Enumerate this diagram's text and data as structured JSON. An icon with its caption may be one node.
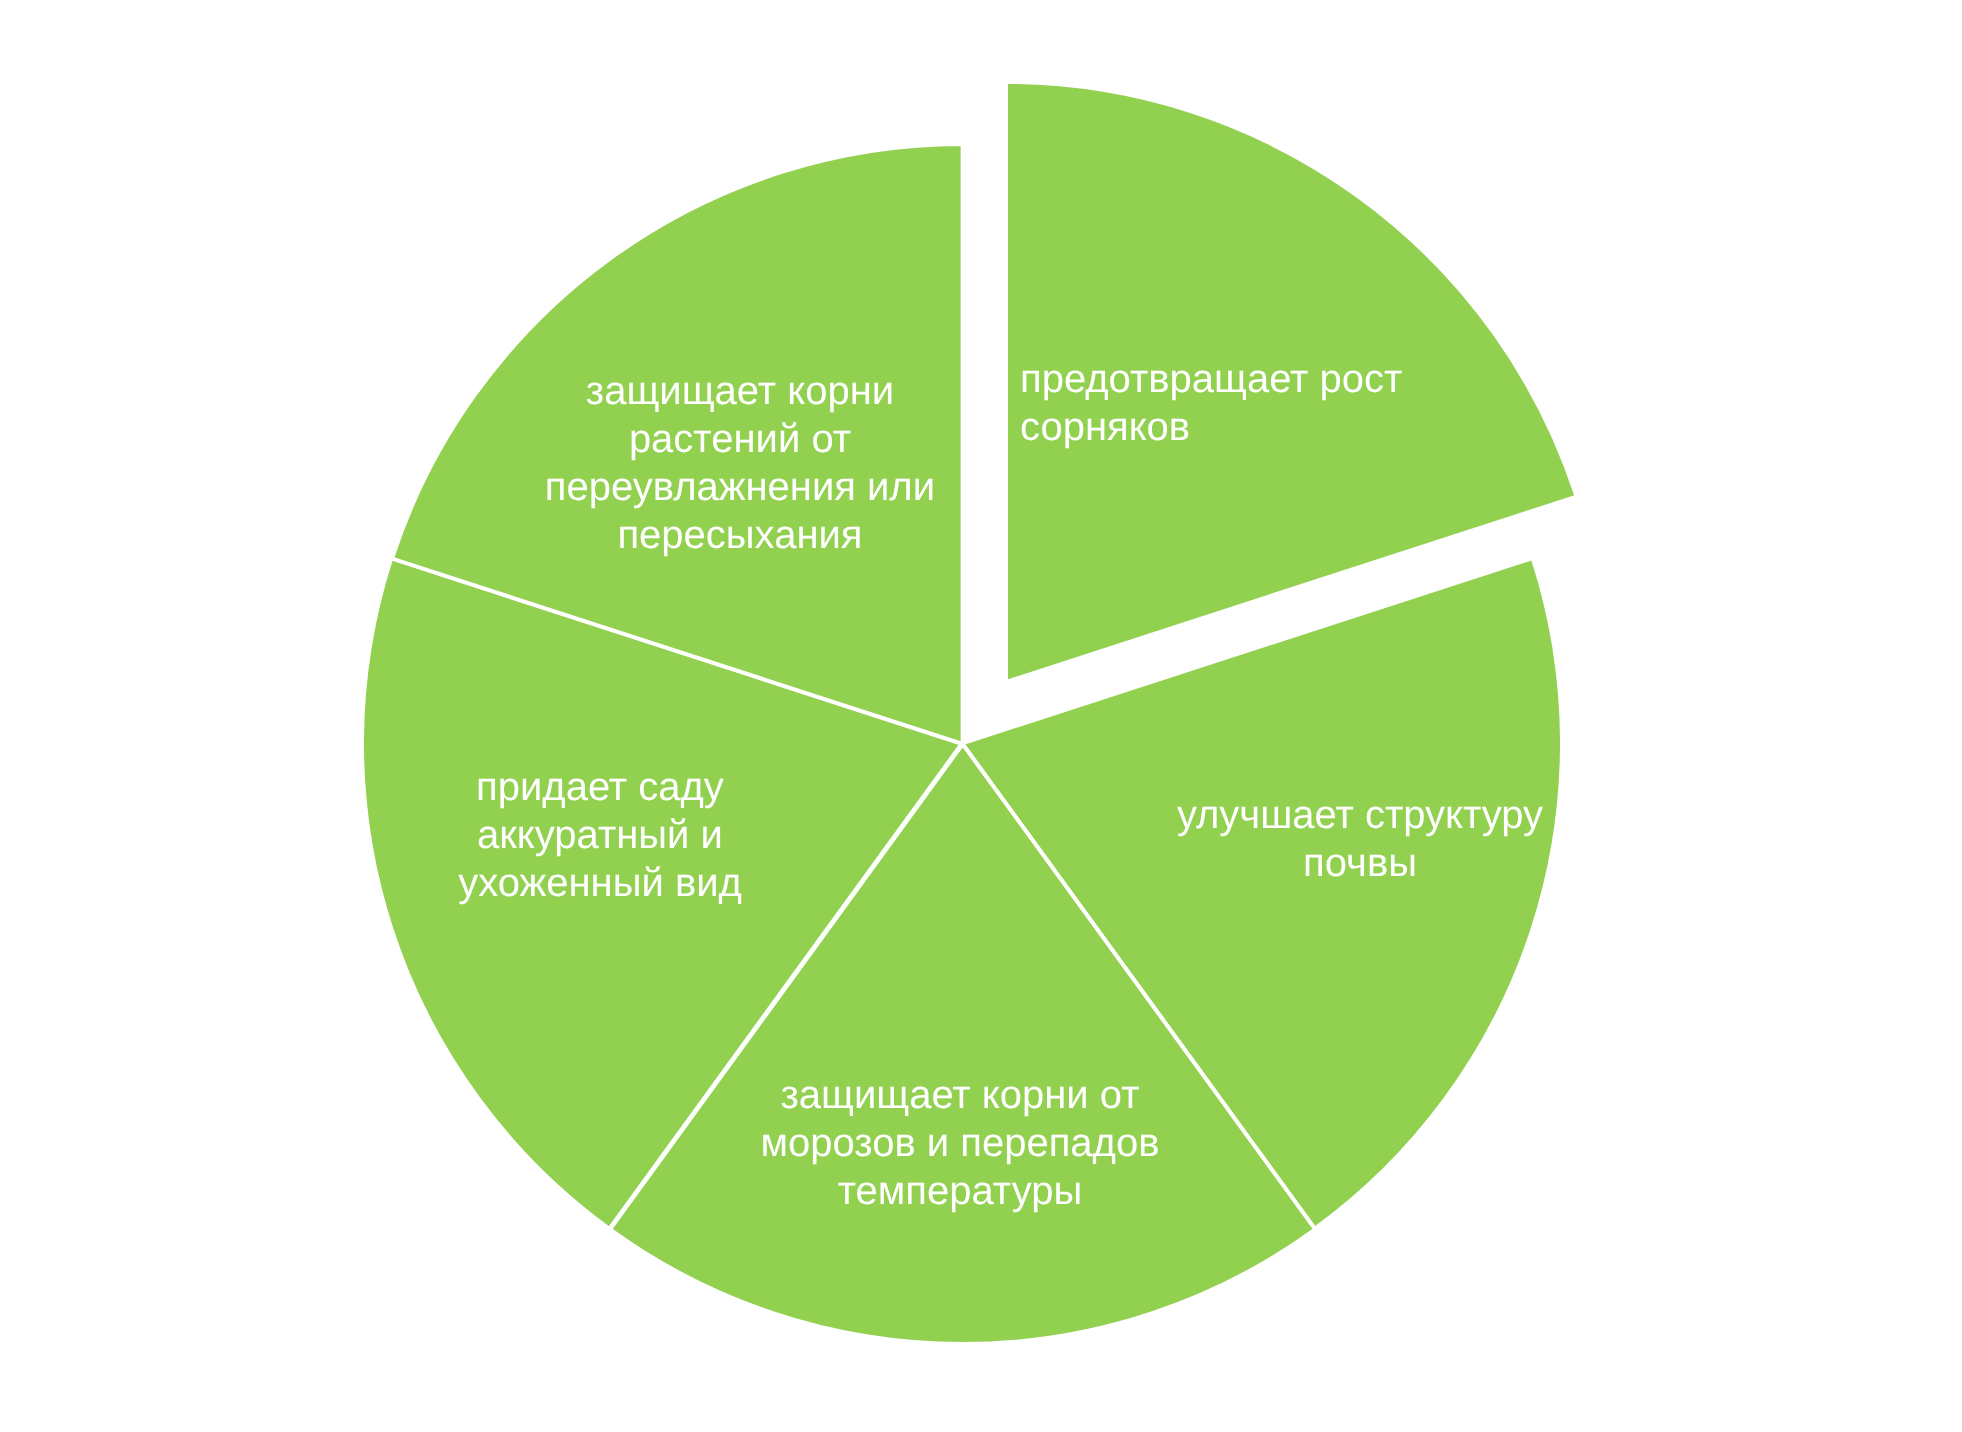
{
  "diagram": {
    "nodes": [
      {
        "text": [
          "предотвращает рост сорняков"
        ]
      },
      {
        "text": [
          "улучшает структуру почвы"
        ]
      },
      {
        "text": [
          "защищает корни от морозов и перепадов температуры"
        ]
      },
      {
        "text": [
          "придает саду аккуратный и ухоженный вид"
        ]
      },
      {
        "text": [
          "защищает корни растений от переувлажнения или пересыхания"
        ]
      }
    ],
    "edges": []
  }
}
